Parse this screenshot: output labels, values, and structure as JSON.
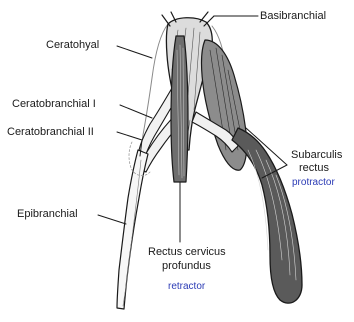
{
  "colors": {
    "ink": "#1a1a1a",
    "role_text": "#2b3bb5",
    "background": "#ffffff"
  },
  "labels": {
    "basibranchial": "Basibranchial",
    "ceratohyal": "Ceratohyal",
    "ceratobranchial_1": "Ceratobranchial I",
    "ceratobranchial_2": "Ceratobranchial II",
    "epibranchial": "Epibranchial",
    "subarculis_line1": "Subarculis",
    "subarculis_line2": "rectus",
    "subarculis_role": "protractor",
    "rectus_line1": "Rectus cervicus",
    "rectus_line2": "profundus",
    "rectus_role": "retractor"
  }
}
